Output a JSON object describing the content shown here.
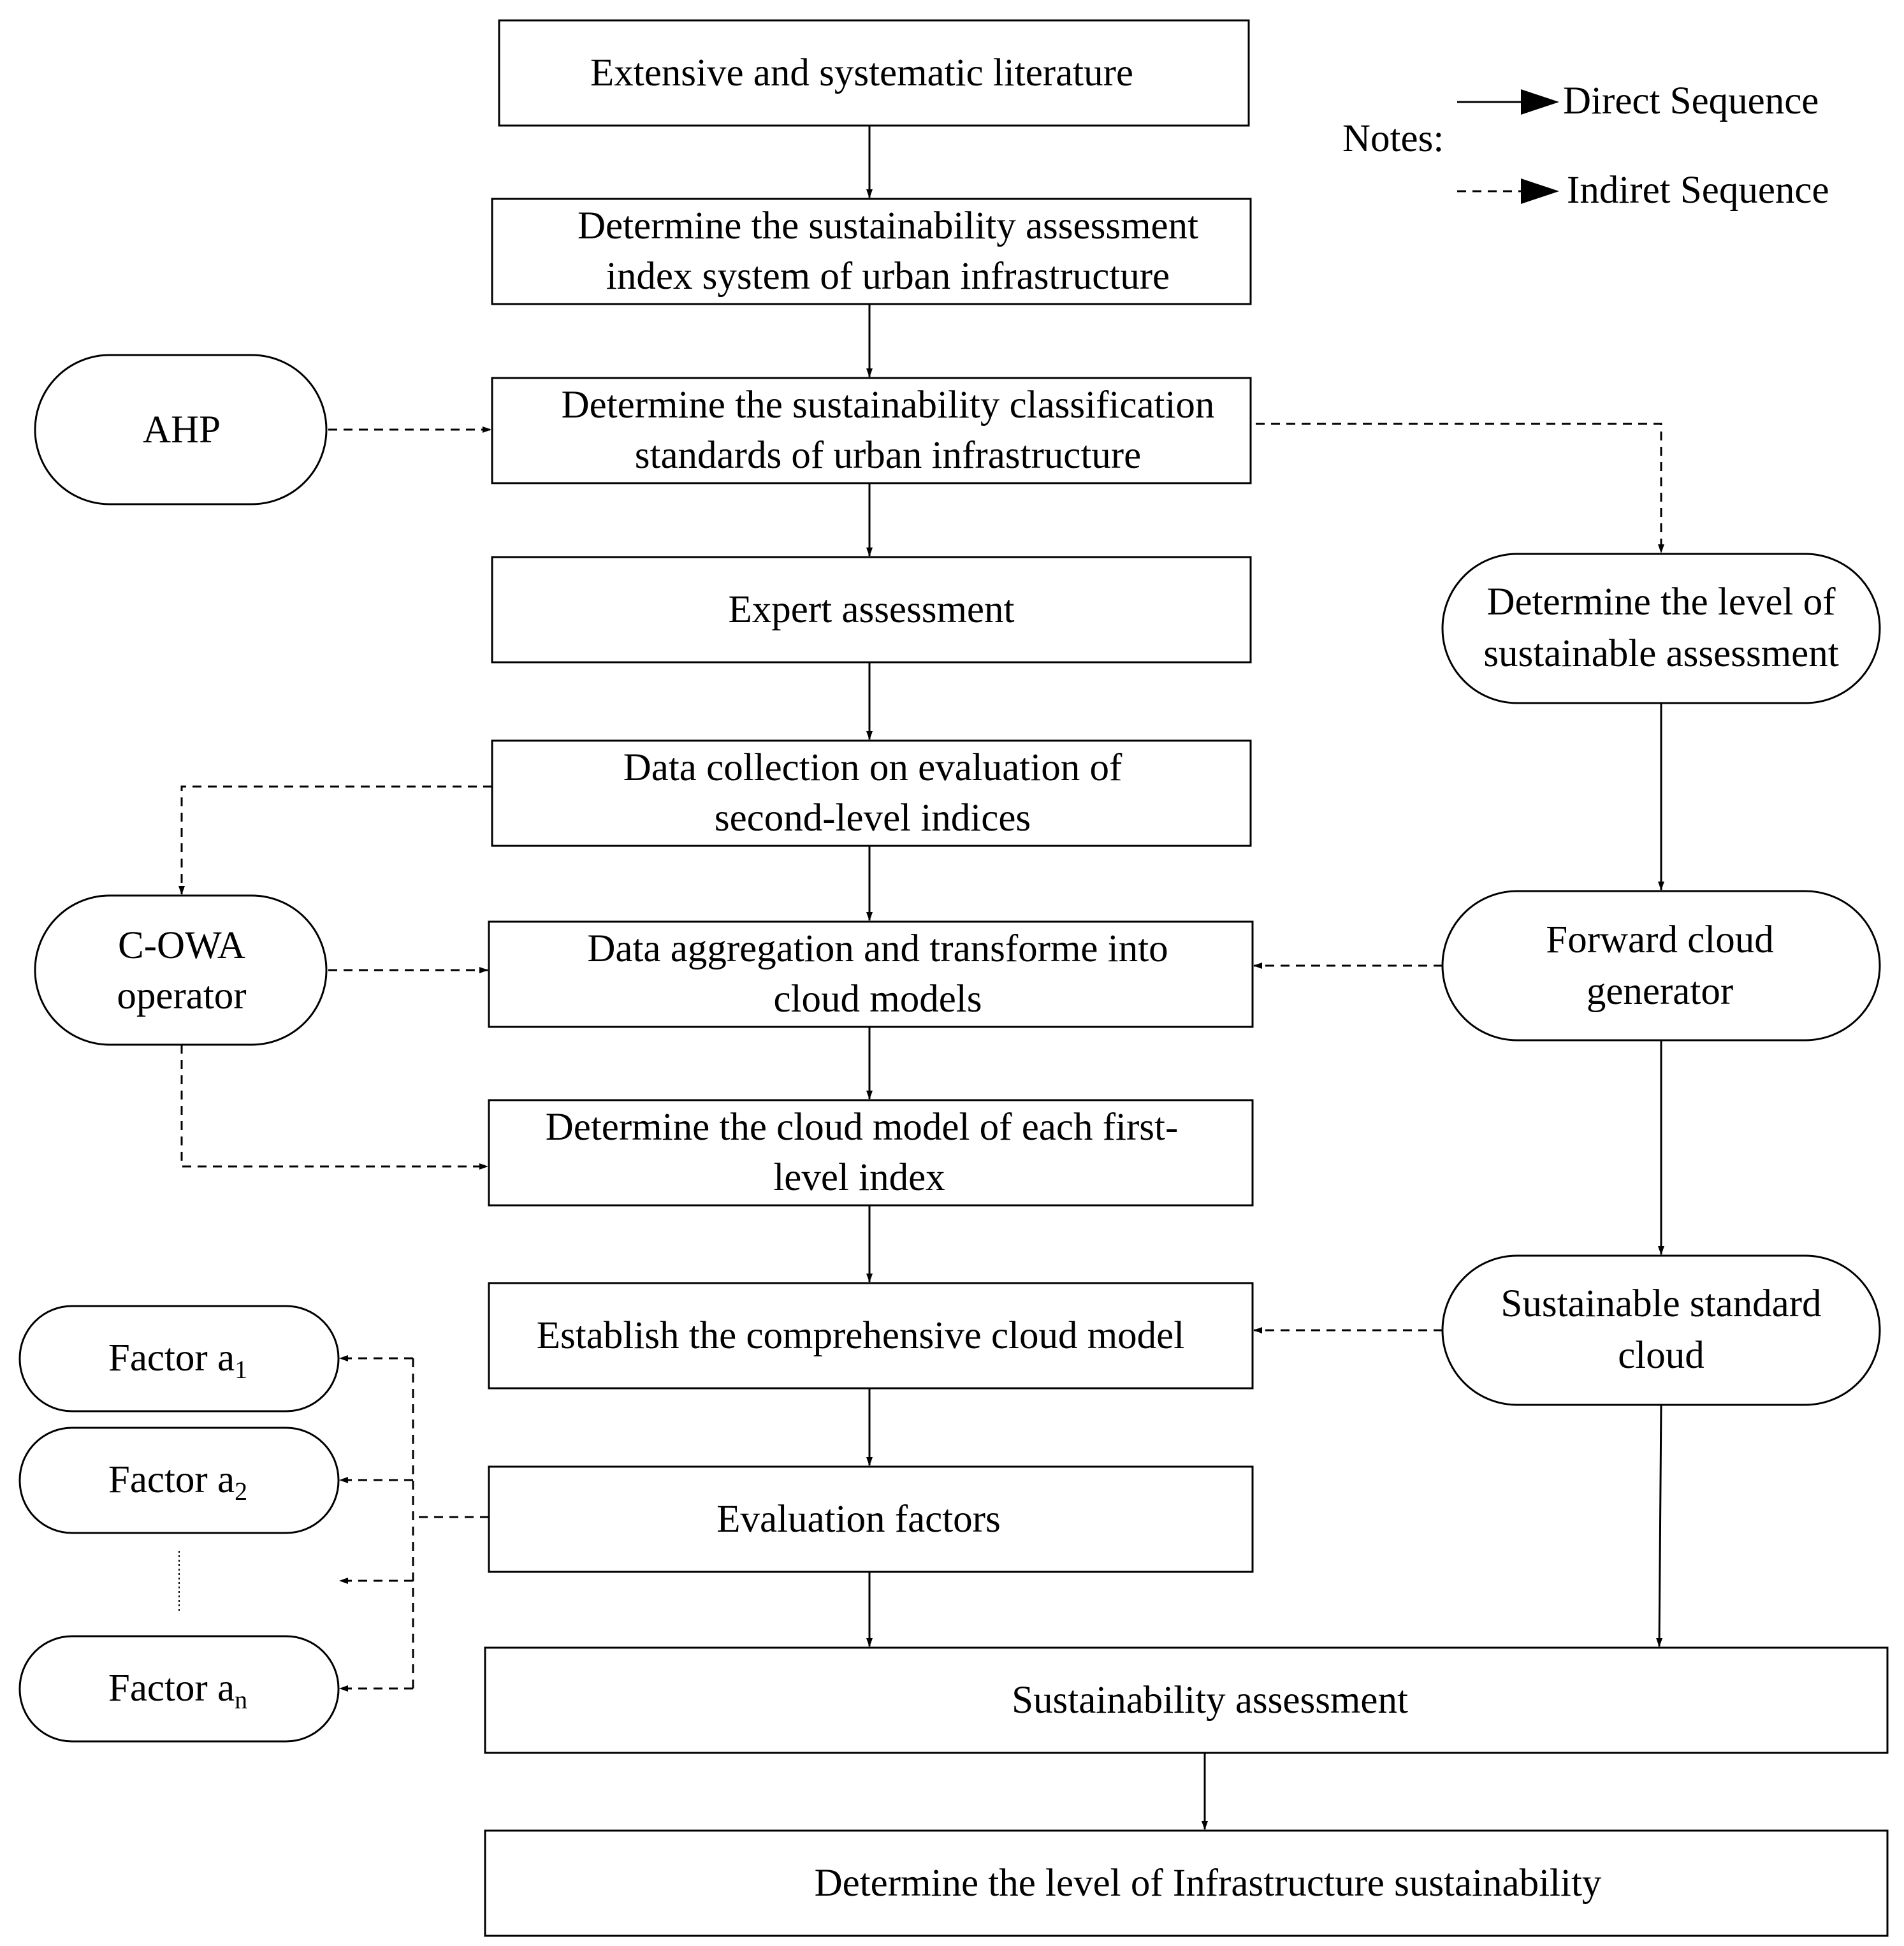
{
  "notes": {
    "title": "Notes:",
    "direct": "Direct Sequence",
    "indirect": "Indiret Sequence"
  },
  "steps": {
    "literature": "Extensive and systematic literature",
    "index_system": [
      "Determine the sustainability assessment",
      "index system of urban infrastructure"
    ],
    "classification": [
      "Determine the sustainability classification",
      "standards of urban infrastructure"
    ],
    "expert": "Expert assessment",
    "data_collection": [
      "Data collection on evaluation of",
      "second-level indices"
    ],
    "aggregation": [
      "Data aggregation and transforme into",
      "cloud models"
    ],
    "first_level": [
      "Determine the cloud model of each first-",
      "level index"
    ],
    "comprehensive": "Establish the comprehensive cloud model",
    "evaluation_factors": "Evaluation factors",
    "assessment": "Sustainability assessment",
    "final": "Determine the level of  Infrastructure sustainability"
  },
  "methods": {
    "ahp": "AHP",
    "cowa": [
      "C-OWA",
      "operator"
    ]
  },
  "right_column": {
    "level": [
      "Determine the level of",
      "sustainable assessment"
    ],
    "forward": [
      "Forward cloud",
      "generator"
    ],
    "standard": [
      "Sustainable standard",
      "cloud"
    ]
  },
  "factors": {
    "prefix": "Factor a",
    "a1_sub": "1",
    "a2_sub": "2",
    "an_sub": "n"
  }
}
